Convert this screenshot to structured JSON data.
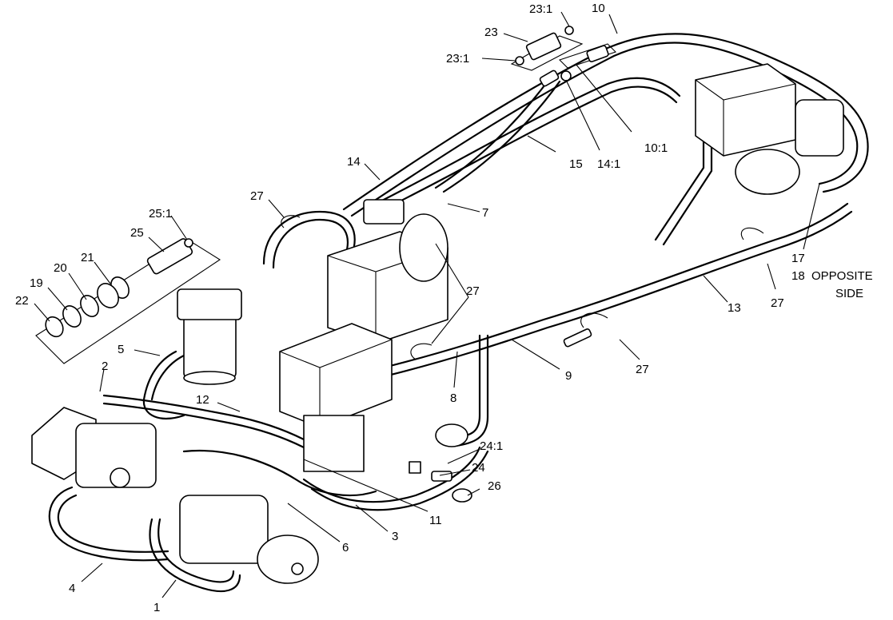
{
  "callouts": [
    {
      "id": "c-23-1-top",
      "text": "23:1"
    },
    {
      "id": "c-10",
      "text": "10"
    },
    {
      "id": "c-23",
      "text": "23"
    },
    {
      "id": "c-23-1-left",
      "text": "23:1"
    },
    {
      "id": "c-10-1",
      "text": "10:1"
    },
    {
      "id": "c-14-1",
      "text": "14:1"
    },
    {
      "id": "c-15",
      "text": "15"
    },
    {
      "id": "c-14",
      "text": "14"
    },
    {
      "id": "c-27-a",
      "text": "27"
    },
    {
      "id": "c-7",
      "text": "7"
    },
    {
      "id": "c-25-1",
      "text": "25:1"
    },
    {
      "id": "c-25",
      "text": "25"
    },
    {
      "id": "c-21",
      "text": "21"
    },
    {
      "id": "c-20",
      "text": "20"
    },
    {
      "id": "c-19",
      "text": "19"
    },
    {
      "id": "c-22",
      "text": "22"
    },
    {
      "id": "c-5",
      "text": "5"
    },
    {
      "id": "c-2",
      "text": "2"
    },
    {
      "id": "c-12",
      "text": "12"
    },
    {
      "id": "c-27-b",
      "text": "27"
    },
    {
      "id": "c-17",
      "text": "17"
    },
    {
      "id": "c-18",
      "text": "18"
    },
    {
      "id": "c-opposite",
      "text": "OPPOSITE"
    },
    {
      "id": "c-side",
      "text": "SIDE"
    },
    {
      "id": "c-13",
      "text": "13"
    },
    {
      "id": "c-27-c",
      "text": "27"
    },
    {
      "id": "c-9",
      "text": "9"
    },
    {
      "id": "c-27-d",
      "text": "27"
    },
    {
      "id": "c-8",
      "text": "8"
    },
    {
      "id": "c-24-1",
      "text": "24:1"
    },
    {
      "id": "c-24",
      "text": "24"
    },
    {
      "id": "c-26",
      "text": "26"
    },
    {
      "id": "c-11",
      "text": "11"
    },
    {
      "id": "c-3",
      "text": "3"
    },
    {
      "id": "c-6",
      "text": "6"
    },
    {
      "id": "c-4",
      "text": "4"
    },
    {
      "id": "c-1",
      "text": "1"
    }
  ]
}
